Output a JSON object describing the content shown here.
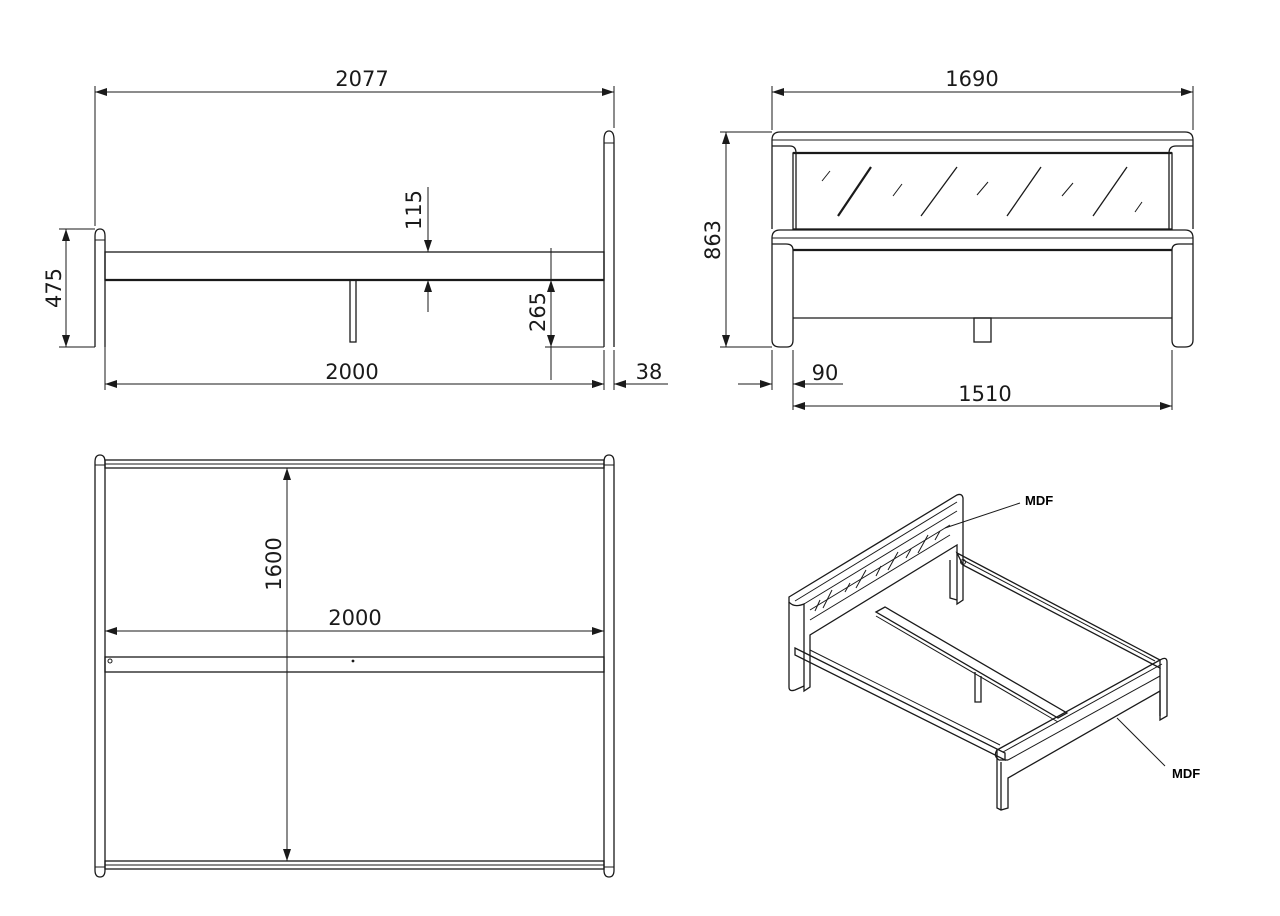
{
  "side_view": {
    "overall_length": "2077",
    "frame_length": "2000",
    "footboard_height": "475",
    "side_rail_height": "115",
    "clearance_height": "265",
    "post_thickness": "38"
  },
  "head_view": {
    "overall_width": "1690",
    "headboard_height": "863",
    "post_width": "90",
    "inner_width": "1510"
  },
  "top_view": {
    "inner_length": "2000",
    "inner_width": "1600"
  },
  "iso_view": {
    "headboard_material": "MDF",
    "footboard_material": "MDF"
  }
}
